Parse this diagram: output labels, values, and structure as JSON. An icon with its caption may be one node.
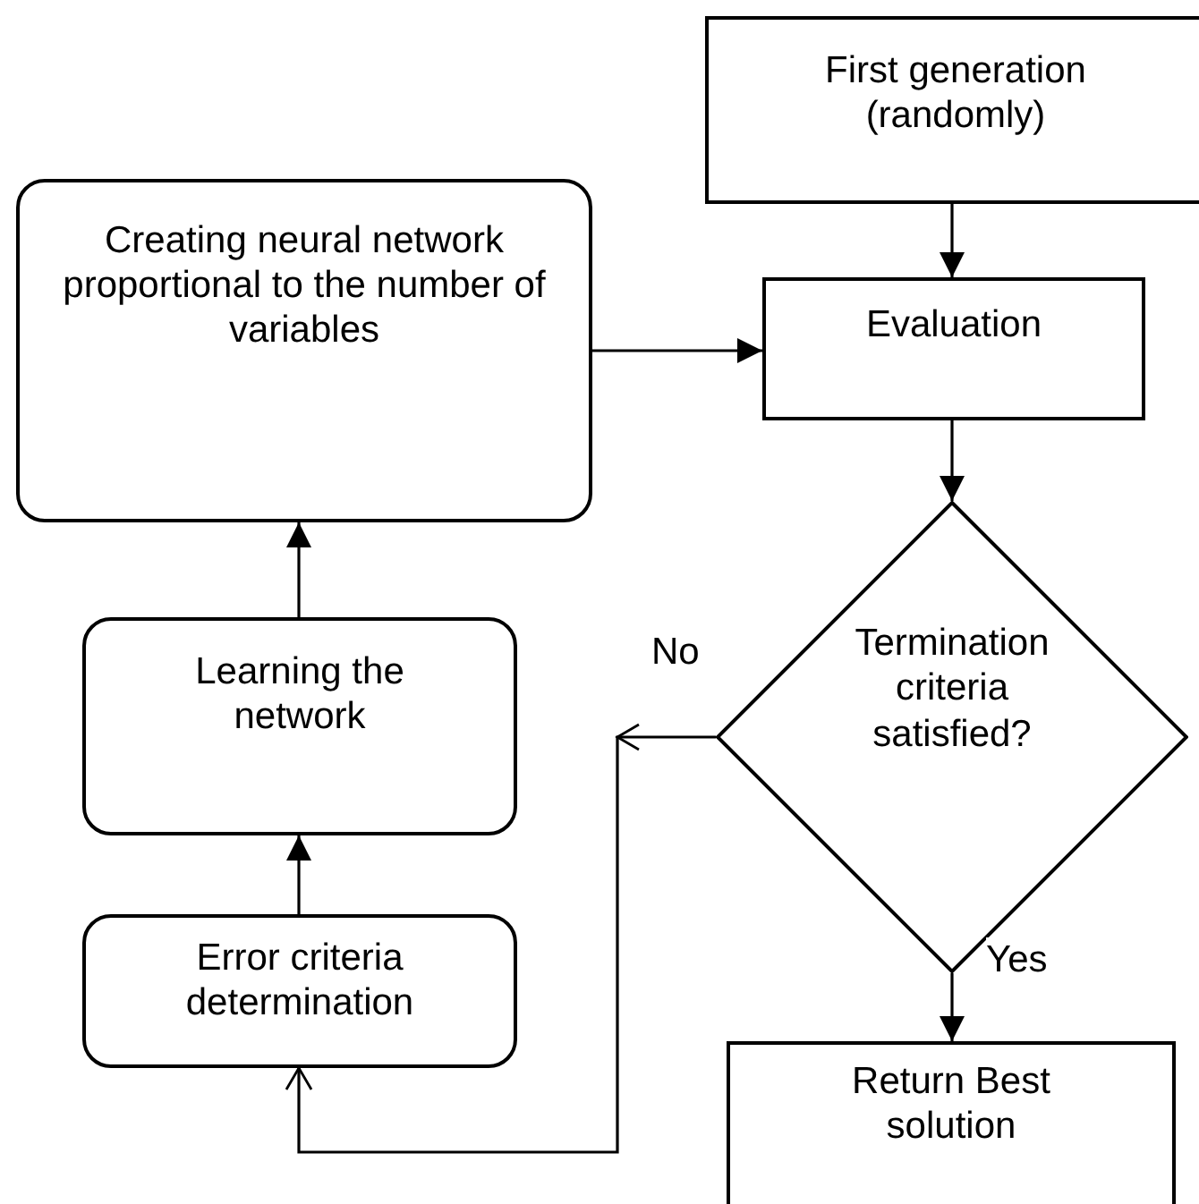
{
  "diagram": {
    "nodes": [
      {
        "text": [
          "First generation (randomly)"
        ]
      },
      {
        "text": [
          "Creating neural network proportional to the number of variables"
        ]
      },
      {
        "text": [
          "Evaluation"
        ]
      },
      {
        "text": [
          "Termination criteria satisfied?"
        ]
      },
      {
        "text": [
          "Learning the network"
        ]
      },
      {
        "text": [
          "Error criteria determination"
        ]
      },
      {
        "text": [
          "Return Best solution"
        ]
      }
    ],
    "edges": [
      {
        "from": 0,
        "to": 2,
        "arrow": "to"
      },
      {
        "from": 1,
        "to": 2,
        "arrow": "to"
      },
      {
        "from": 2,
        "to": 3,
        "arrow": "to"
      },
      {
        "from": 3,
        "to": 6,
        "arrow": "to",
        "label": "Yes"
      },
      {
        "from": 3,
        "to": 5,
        "arrow": "to",
        "label": "No"
      },
      {
        "from": 5,
        "to": 4,
        "arrow": "to"
      },
      {
        "from": 4,
        "to": 1,
        "arrow": "to"
      }
    ]
  }
}
